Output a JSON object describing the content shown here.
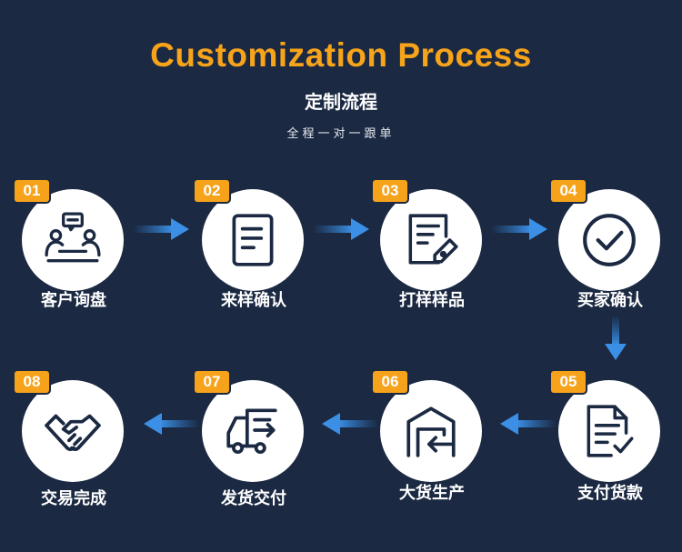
{
  "header": {
    "title": "Customization Process",
    "subtitle": "定制流程",
    "tagline": "全程一对一跟单"
  },
  "colors": {
    "background": "#1b2942",
    "accent": "#f6a21a",
    "arrow": "#2f7fd0"
  },
  "steps": [
    {
      "number": "01",
      "label": "客户询盘",
      "icon": "chat-meeting-icon"
    },
    {
      "number": "02",
      "label": "来样确认",
      "icon": "document-icon"
    },
    {
      "number": "03",
      "label": "打样样品",
      "icon": "edit-document-icon"
    },
    {
      "number": "04",
      "label": "买家确认",
      "icon": "check-circle-icon"
    },
    {
      "number": "05",
      "label": "支付货款",
      "icon": "invoice-check-icon"
    },
    {
      "number": "06",
      "label": "大货生产",
      "icon": "warehouse-icon"
    },
    {
      "number": "07",
      "label": "发货交付",
      "icon": "delivery-truck-icon"
    },
    {
      "number": "08",
      "label": "交易完成",
      "icon": "handshake-icon"
    }
  ]
}
